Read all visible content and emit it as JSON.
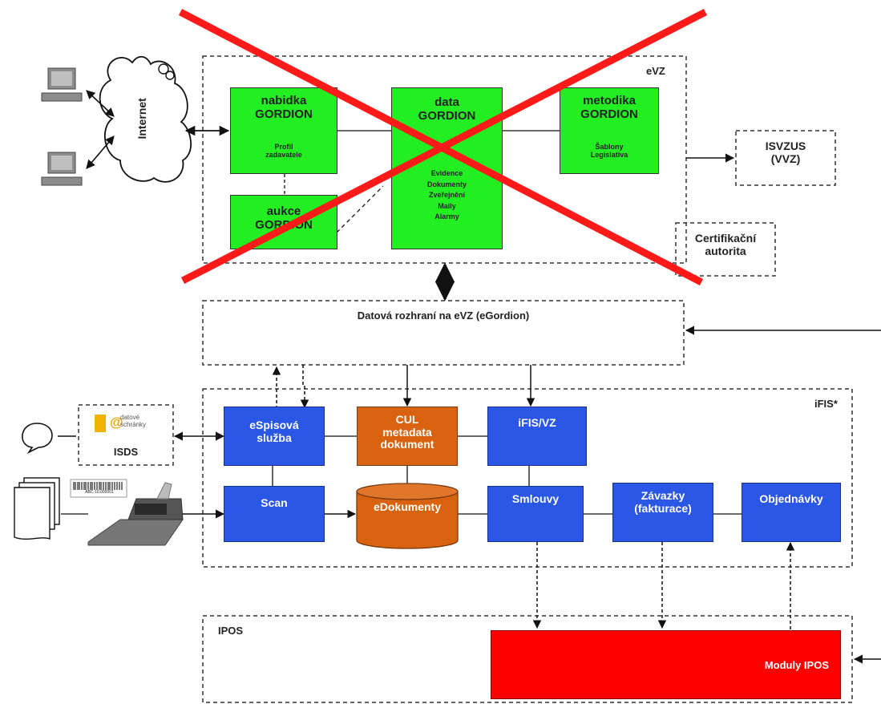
{
  "regions": {
    "evz": "eVZ",
    "ifis": "iFIS*",
    "ipos": "IPOS"
  },
  "external": {
    "internet": "Internet",
    "isvzus_line1": "ISVZUS",
    "isvzus_line2": "(VVZ)",
    "cert_line1": "Certifikační",
    "cert_line2": "autorita",
    "rozhrani": "Datová rozhraní na eVZ (eGordion)",
    "isds": "ISDS",
    "datove_line1": "datové",
    "datove_line2": "schránky",
    "barcode_text": "ABC-10.000001"
  },
  "gordion": {
    "nabidka_line1": "nabidka",
    "nabidka_line2": "GORDION",
    "nabidka_sub1": "Profil",
    "nabidka_sub2": "zadavatele",
    "aukce_line1": "aukce",
    "aukce_line2": "GORDION",
    "data_line1": "data",
    "data_line2": "GORDION",
    "data_sub": [
      "Evidence",
      "Dokumenty",
      "Zveřejnění",
      "Maily",
      "Alarmy"
    ],
    "metodika_line1": "metodika",
    "metodika_line2": "GORDION",
    "metodika_sub1": "Šablony",
    "metodika_sub2": "Legislativa"
  },
  "ifis_modules": {
    "espis_line1": "eSpisová",
    "espis_line2": "služba",
    "cul_line1": "CUL",
    "cul_line2": "metadata",
    "cul_line3": "dokument",
    "ifisvz": "iFIS/VZ",
    "scan": "Scan",
    "edokumenty": "eDokumenty",
    "smlouvy": "Smlouvy",
    "zavazky_line1": "Závazky",
    "zavazky_line2": "(fakturace)",
    "objednavky": "Objednávky"
  },
  "ipos_modules": {
    "moduly": "Moduly IPOS"
  },
  "colors": {
    "gordion_green": "#22ee22",
    "ifis_blue": "#2b57e6",
    "document_orange": "#d9620f",
    "ipos_red": "#ff0000",
    "cross_red": "#ff1a1a"
  }
}
